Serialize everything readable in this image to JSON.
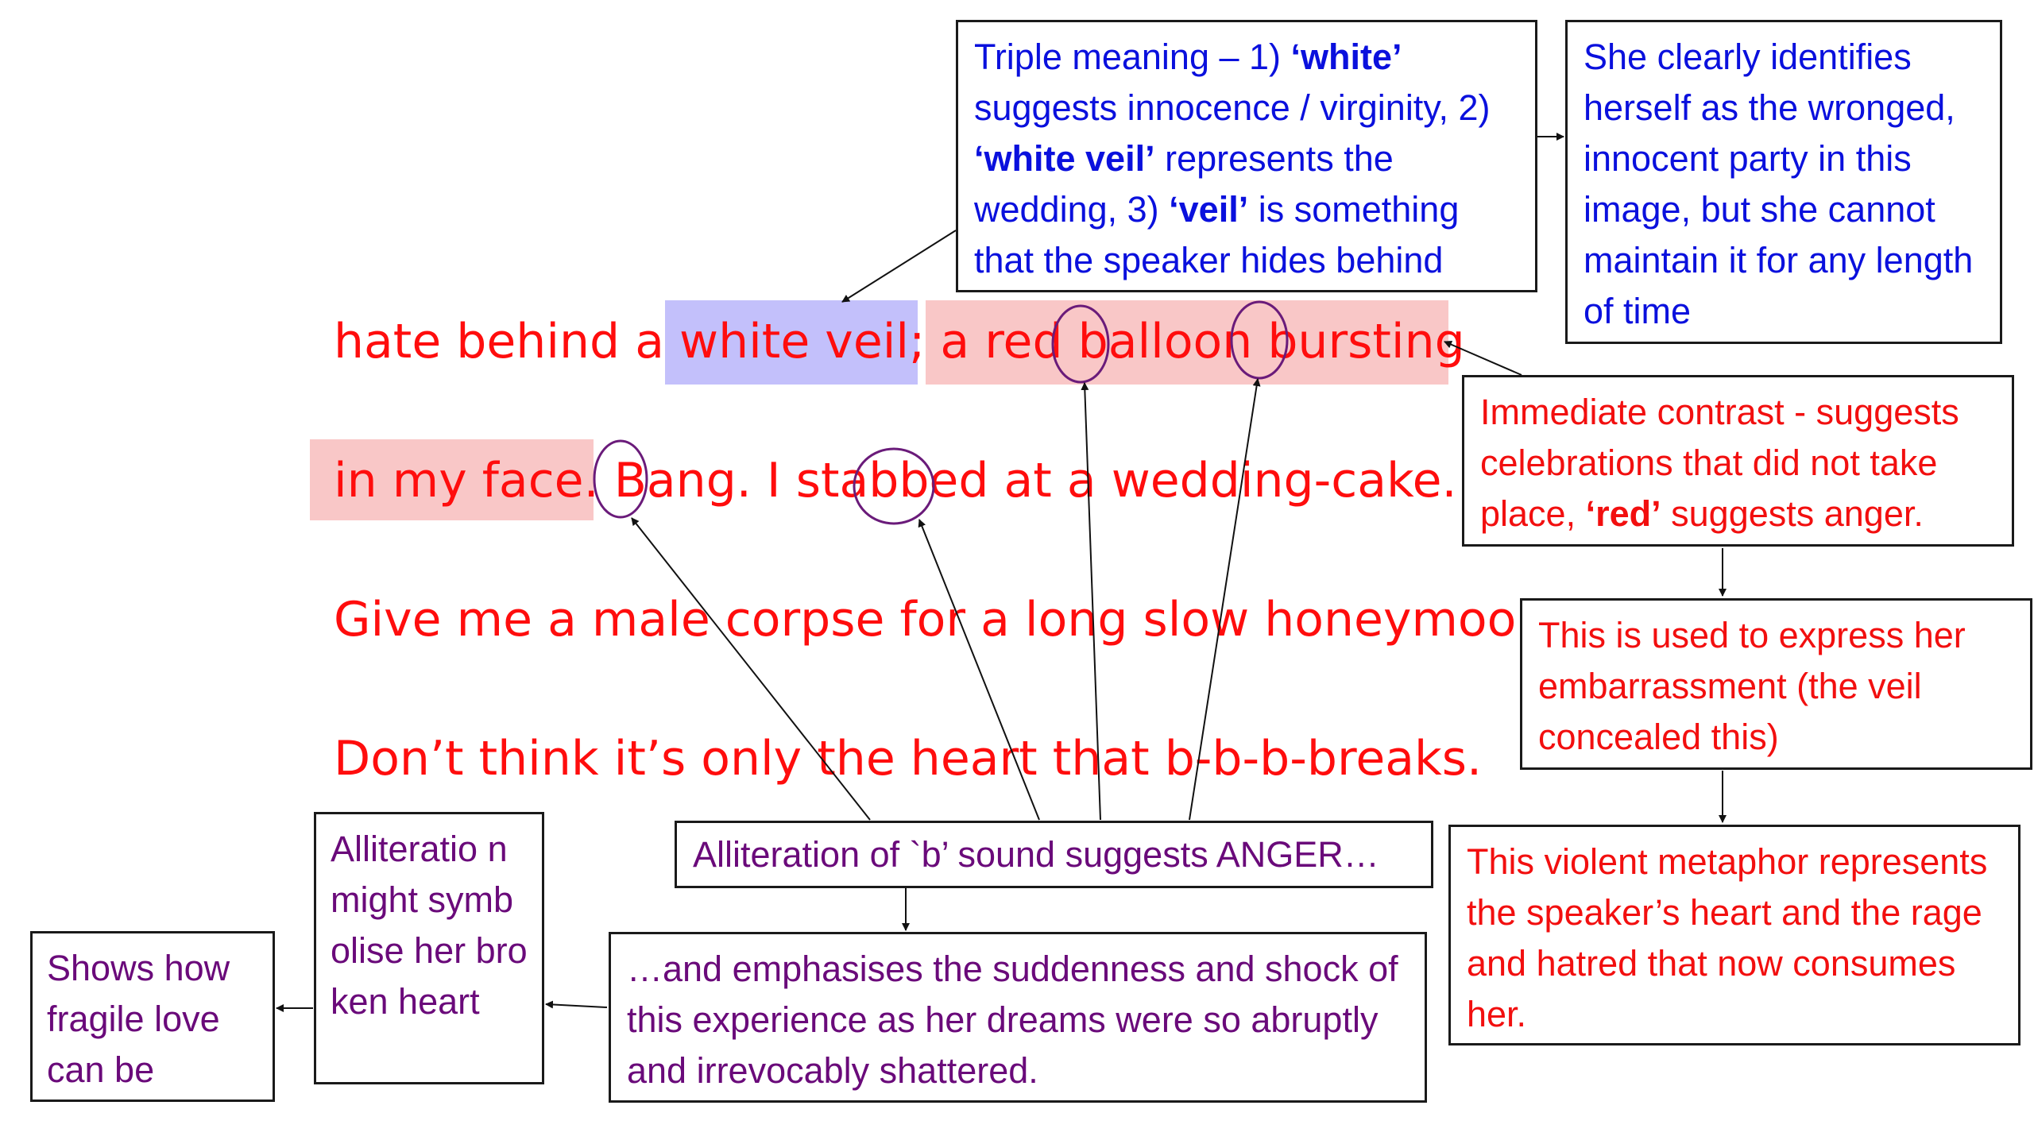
{
  "poem": {
    "line1": "hate behind a white veil; a red balloon bursting",
    "line2": "in my face. Bang. I stabbed at a wedding-cake.",
    "line3": "Give me a male corpse for a long slow honeymoon.",
    "line4": "Don’t think it’s only the heart that b-b-b-breaks."
  },
  "notes": {
    "triple": {
      "a": "Triple meaning – 1) ",
      "b": "‘white’",
      "c": " suggests innocence / virginity, 2) ",
      "d": "‘white veil’",
      "e": " represents the wedding, 3) ",
      "f": "‘veil’",
      "g": " is something that the speaker hides behind"
    },
    "wronged": "She clearly identifies herself as the wronged, innocent party in this image, but she cannot maintain it for any length of time",
    "contrast": {
      "a": "Immediate contrast - suggests celebrations that did not take place, ",
      "b": "‘red’",
      "c": " suggests anger."
    },
    "embarrassment": "This is used to express her embarrassment (the veil concealed this)",
    "metaphor": "This violent metaphor represents the speaker’s heart and the rage and hatred that now consumes her.",
    "alliteration_anger": "Alliteration of `b’ sound suggests ANGER…",
    "suddenness": "…and emphasises the suddenness and shock of this experience as her dreams were so abruptly and irrevocably shattered.",
    "broken_heart": "Alliteratio n might symbolise her broken heart",
    "fragile": "Shows how fragile love can be"
  },
  "colors": {
    "blue_text": "#0a10dd",
    "red_text": "#f20f0f",
    "purple_text": "#6a0a7a",
    "highlight_blue": "#c3c0fb",
    "highlight_red": "#f9c7c7"
  }
}
